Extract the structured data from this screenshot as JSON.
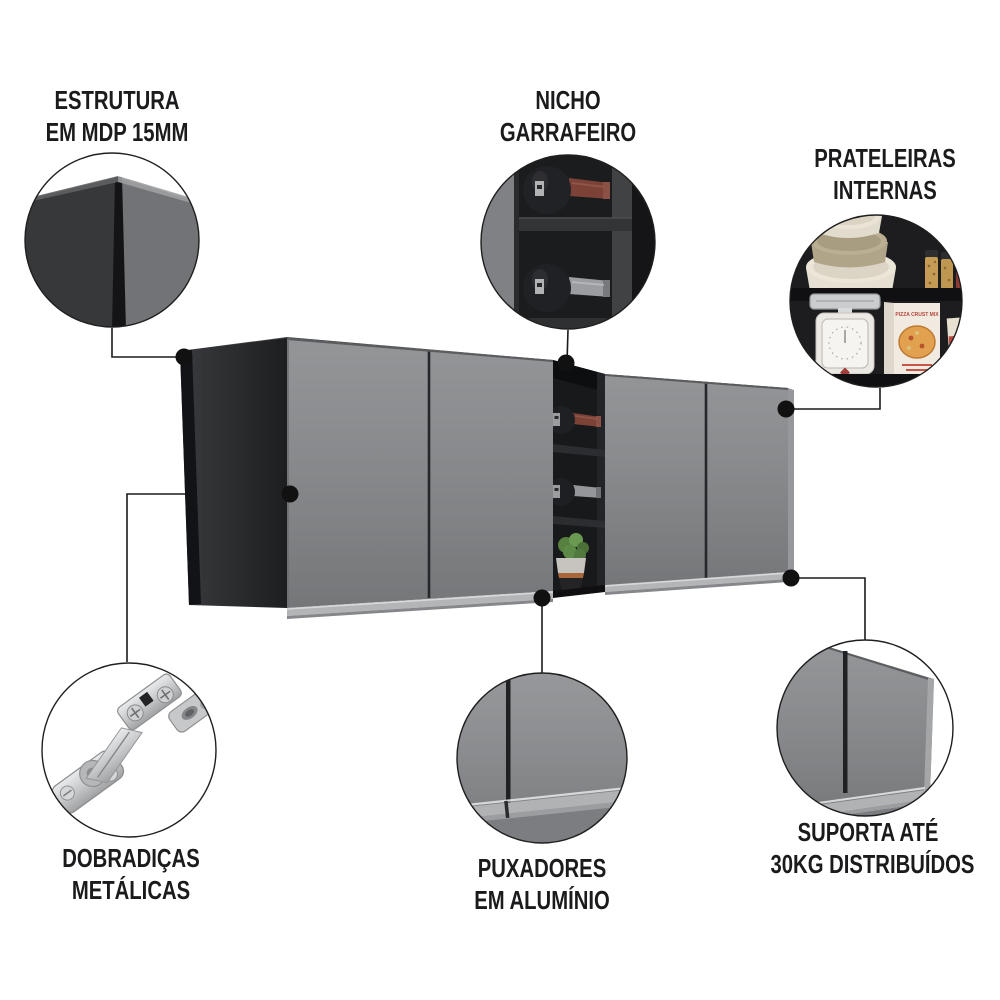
{
  "background": "#ffffff",
  "callouts": {
    "estrutura": {
      "line1": "ESTRUTURA",
      "line2": "EM MDP 15MM"
    },
    "nicho": {
      "line1": "NICHO",
      "line2": "GARRAFEIRO"
    },
    "prateleiras": {
      "line1": "PRATELEIRAS",
      "line2": "INTERNAS"
    },
    "dobradicas": {
      "line1": "DOBRADIÇAS",
      "line2": "METÁLICAS"
    },
    "puxadores": {
      "line1": "PUXADORES",
      "line2": "EM ALUMÍNIO"
    },
    "suporta": {
      "line1": "SUPORTA ATÉ",
      "line2": "30KG DISTRIBUÍDOS"
    }
  },
  "shelf_items": {
    "pizza_box_title": "PIZZA CRUST MIX"
  },
  "colors": {
    "text": "#1b1b1d",
    "door_gray": "#87898c",
    "cabinet_black": "#242528",
    "niche_black": "#18191b",
    "aluminum": "#b3b5b7",
    "line": "#1a1a1a",
    "wine_neck_red": "#7c4238",
    "glass_neck_gray": "#94969a",
    "plant_green": "#57813f",
    "copper_band": "#a8683c"
  }
}
